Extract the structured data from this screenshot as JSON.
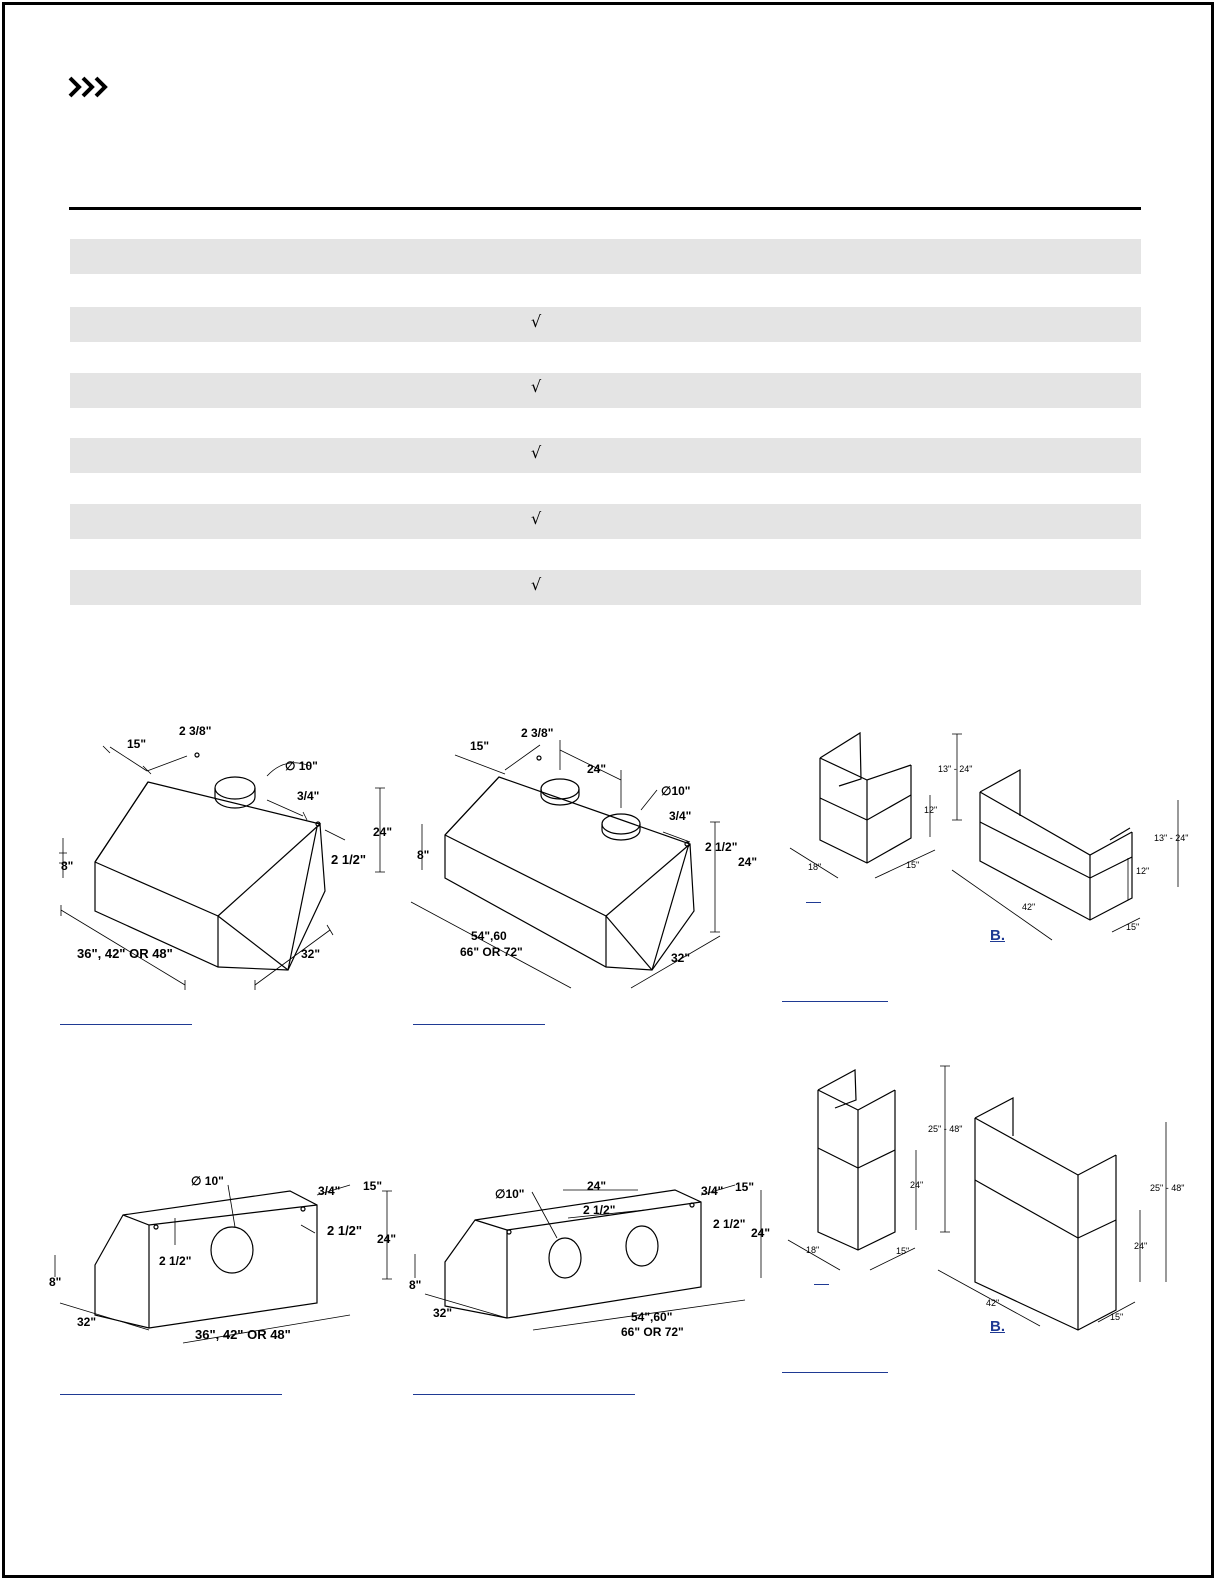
{
  "header": {
    "chevron_icon": "triple-chevron-right-icon"
  },
  "table": {
    "rows": [
      {
        "check": ""
      },
      {
        "check": "√"
      },
      {
        "check": "√"
      },
      {
        "check": "√"
      },
      {
        "check": "√"
      },
      {
        "check": "√"
      }
    ]
  },
  "figures": {
    "fig1": {
      "d_top_left": "15\"",
      "d_top_mid": "2 3/8\"",
      "d_hole": "∅ 10\"",
      "d_right_offset": "3/4\"",
      "d_height": "24\"",
      "d_side": "2 1/2\"",
      "d_front": "8\"",
      "d_width": "36\", 42\" OR 48\"",
      "d_depth": "32\""
    },
    "fig2": {
      "d_top_left": "15\"",
      "d_top_mid": "2 3/8\"",
      "d_spacing": "24\"",
      "d_hole": "∅10\"",
      "d_right_offset": "3/4\"",
      "d_side": "2 1/2\"",
      "d_height": "24\"",
      "d_front": "8\"",
      "d_width_1": "54\",60",
      "d_width_2": "66\" OR 72\"",
      "d_depth": "32\""
    },
    "fig3": {
      "d_range_a": "13\" - 24\"",
      "d_seg_a": "12\"",
      "d_depth_a": "18\"",
      "d_width_a": "15\"",
      "d_range_b": "13\" - 24\"",
      "d_seg_b": "12\"",
      "d_width_b": "42\"",
      "d_depth_b": "15\"",
      "label_b": "B."
    },
    "fig4": {
      "d_hole": "∅ 10\"",
      "d_right_offset": "3/4\"",
      "d_top": "15\"",
      "d_side": "2 1/2\"",
      "d_height": "24\"",
      "d_inner": "2 1/2\"",
      "d_front": "8\"",
      "d_depth": "32\"",
      "d_width": "36\", 42\" OR 48\""
    },
    "fig5": {
      "d_hole": "∅10\"",
      "d_spacing": "24\"",
      "d_right_offset": "3/4\"",
      "d_top": "15\"",
      "d_inner": "2 1/2\"",
      "d_side": "2 1/2\"",
      "d_height": "24\"",
      "d_front": "8\"",
      "d_depth": "32\"",
      "d_width_1": "54\",60\"",
      "d_width_2": "66\" OR 72\""
    },
    "fig6": {
      "d_range_a": "25\" - 48\"",
      "d_seg_a": "24\"",
      "d_depth_a": "18\"",
      "d_width_a": "15\"",
      "d_range_b": "25\" - 48\"",
      "d_seg_b": "24\"",
      "d_width_b": "42\"",
      "d_depth_b": "15\"",
      "label_b": "B."
    }
  }
}
